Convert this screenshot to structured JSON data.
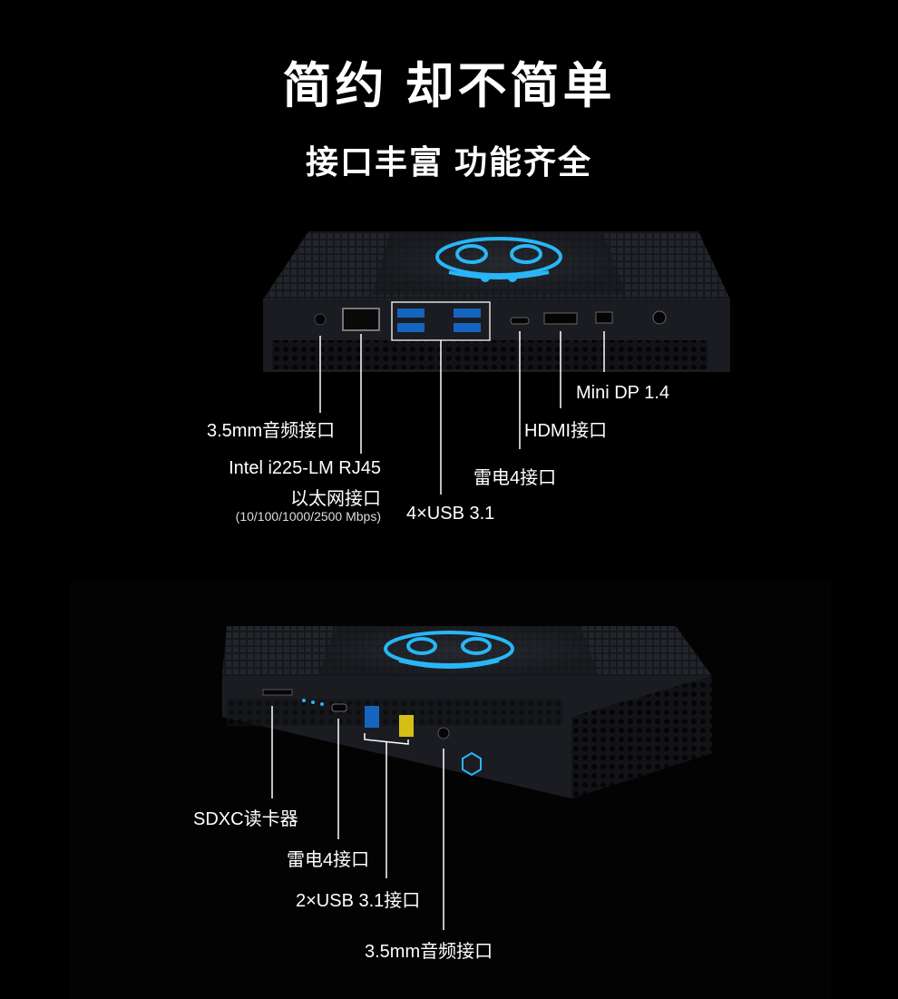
{
  "header": {
    "title": "简约 却不简单",
    "subtitle": "接口丰富 功能齐全"
  },
  "colors": {
    "background": "#000000",
    "device": "#1a1c21",
    "logo_glow": "#29b6f6"
  },
  "rear_panel": {
    "labels": {
      "audio": "3.5mm音频接口",
      "ethernet_line1": "Intel i225-LM RJ45",
      "ethernet_line2": "以太网接口",
      "ethernet_speeds": "(10/100/1000/2500 Mbps)",
      "usb": "4×USB 3.1",
      "thunderbolt": "雷电4接口",
      "hdmi": "HDMI接口",
      "minidp": "Mini DP 1.4"
    }
  },
  "front_panel": {
    "labels": {
      "sdxc": "SDXC读卡器",
      "thunderbolt": "雷电4接口",
      "usb": "2×USB 3.1接口",
      "audio": "3.5mm音频接口"
    }
  }
}
